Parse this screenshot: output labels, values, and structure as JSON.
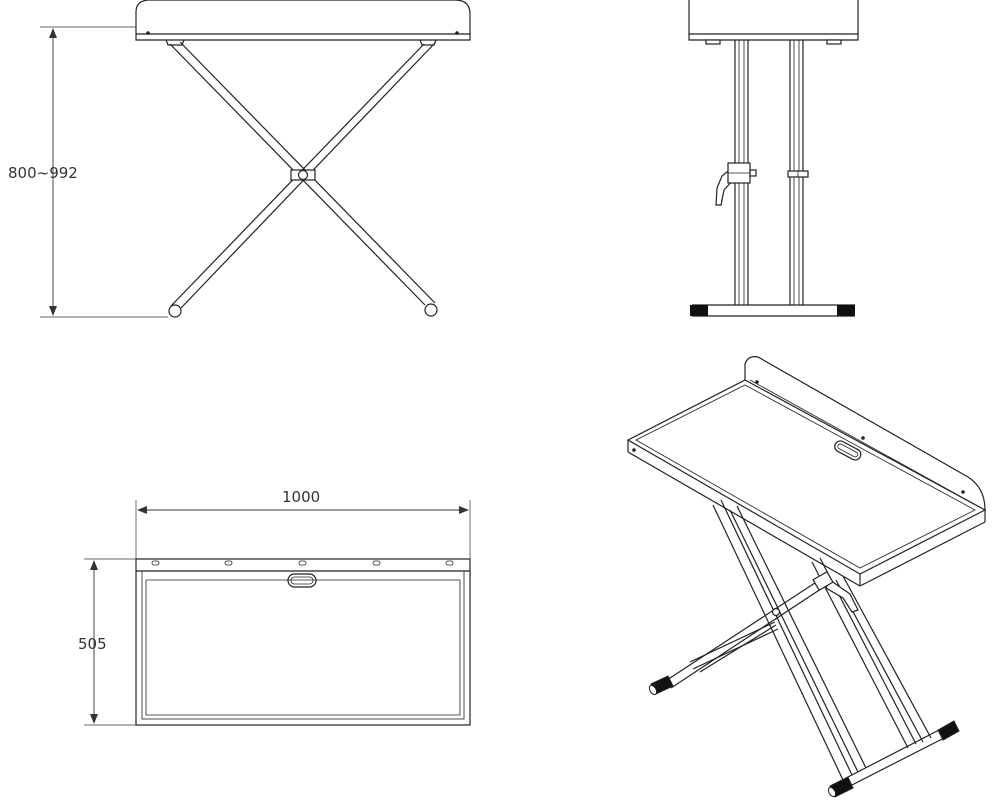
{
  "dimensions": {
    "height_label": "800~992",
    "width_label": "1000",
    "depth_label": "505"
  },
  "colors": {
    "line": "#222222",
    "foot_cap": "#111111",
    "background": "#ffffff"
  }
}
